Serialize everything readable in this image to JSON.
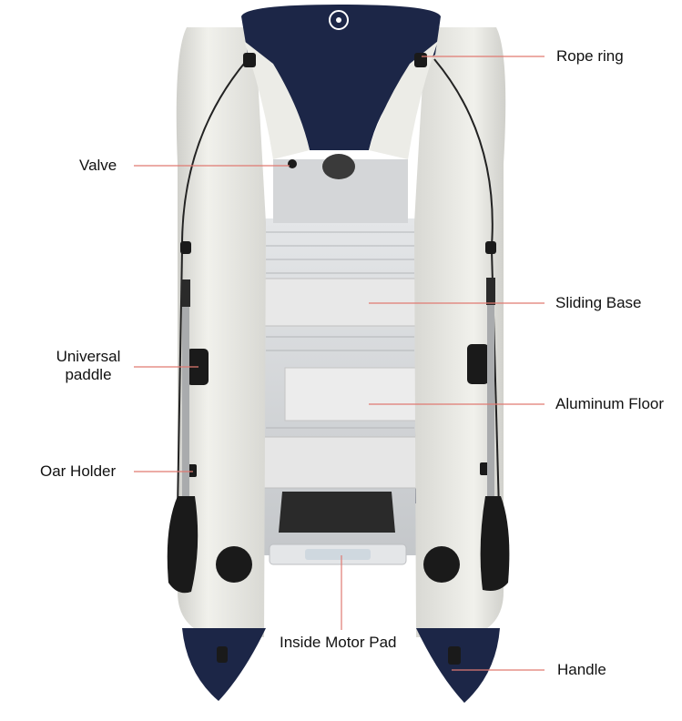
{
  "labels": {
    "rope_ring": "Rope ring",
    "valve": "Valve",
    "sliding_base": "Sliding Base",
    "universal_paddle_line1": "Universal",
    "universal_paddle_line2": "paddle",
    "aluminum_floor": "Aluminum Floor",
    "oar_holder": "Oar Holder",
    "inside_motor_pad": "Inside Motor Pad",
    "handle": "Handle"
  },
  "colors": {
    "hull": "#e6e6e1",
    "hull_shadow": "#c9c9c3",
    "navy": "#1c2647",
    "floor": "#cfd1d3",
    "floor_dark": "#b8babd",
    "leader_line": "#e07a72",
    "black": "#1a1a1a"
  }
}
